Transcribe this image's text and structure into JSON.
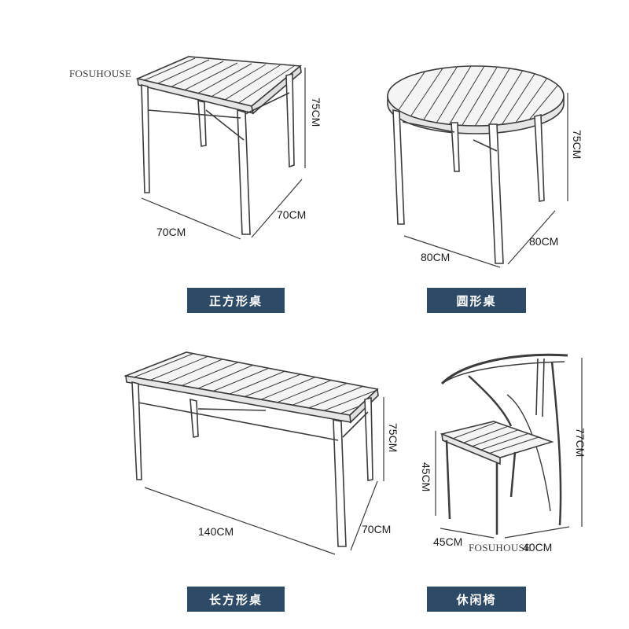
{
  "brand": {
    "top": "FOSUHOUSE",
    "bottom": "FOSUHOUSE"
  },
  "products": {
    "square_table": {
      "label": "正方形桌",
      "height": "75CM",
      "width": "70CM",
      "depth": "70CM"
    },
    "round_table": {
      "label": "圆形桌",
      "height": "75CM",
      "width": "80CM",
      "depth": "80CM"
    },
    "rect_table": {
      "label": "长方形桌",
      "height": "75CM",
      "length": "140CM",
      "depth": "70CM"
    },
    "chair": {
      "label": "休闲椅",
      "height": "77CM",
      "seat_height": "45CM",
      "width": "45CM",
      "depth": "40CM"
    }
  },
  "colors": {
    "label_bg": "#2d4a66",
    "line": "#3c3c3c"
  }
}
